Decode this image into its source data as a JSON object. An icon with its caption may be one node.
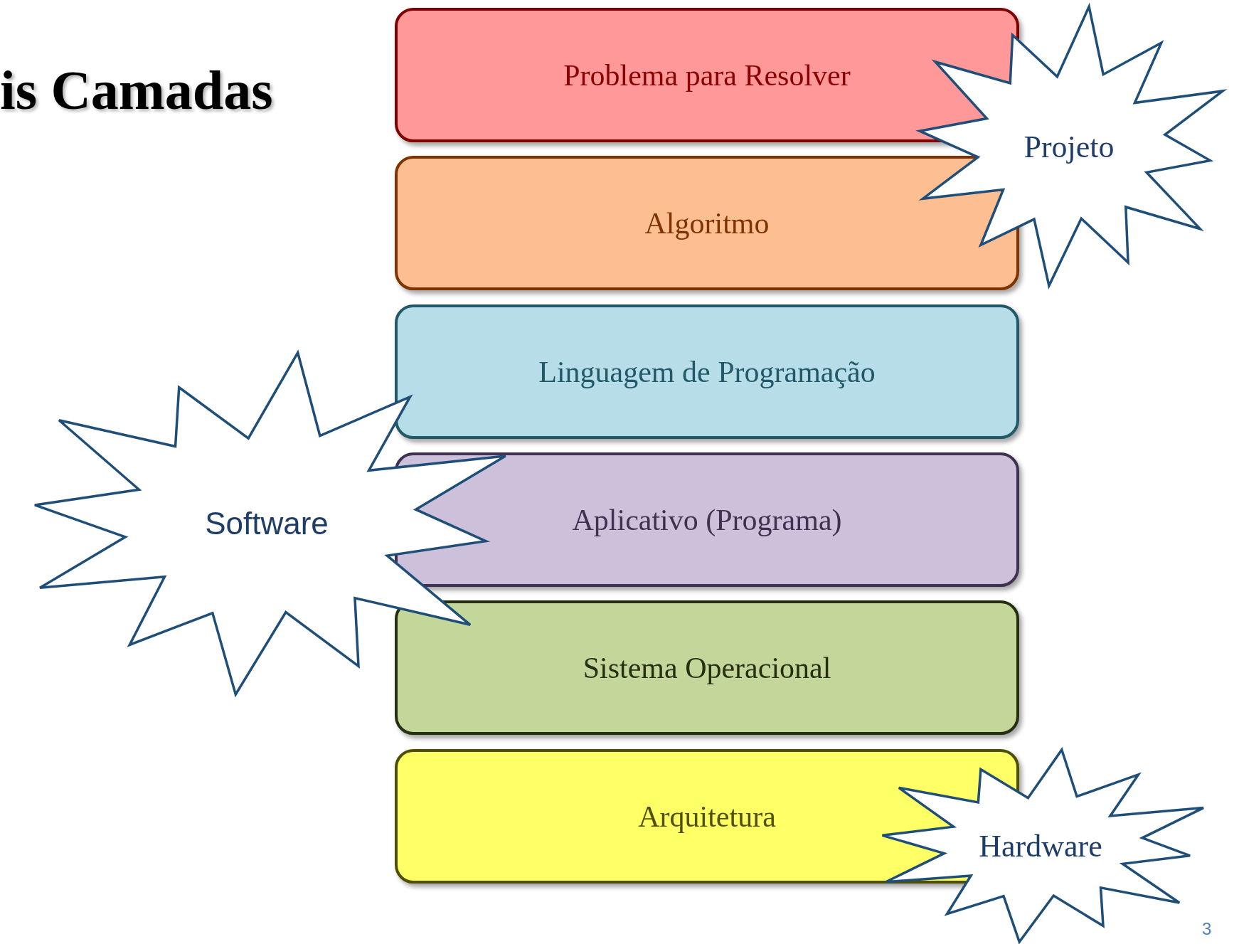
{
  "diagram": {
    "title": "is Camadas",
    "nodes": [
      {
        "text": [
          "Problema para Resolver"
        ]
      },
      {
        "text": [
          "Algoritmo"
        ]
      },
      {
        "text": [
          "Linguagem de Programação"
        ]
      },
      {
        "text": [
          "Aplicativo (Programa)"
        ]
      },
      {
        "text": [
          "Sistema Operacional"
        ]
      },
      {
        "text": [
          "Arquitetura"
        ]
      },
      {
        "text": [
          "Projeto"
        ]
      },
      {
        "text": [
          "Software"
        ]
      },
      {
        "text": [
          "Hardware"
        ]
      }
    ],
    "labels": [
      "3"
    ]
  }
}
